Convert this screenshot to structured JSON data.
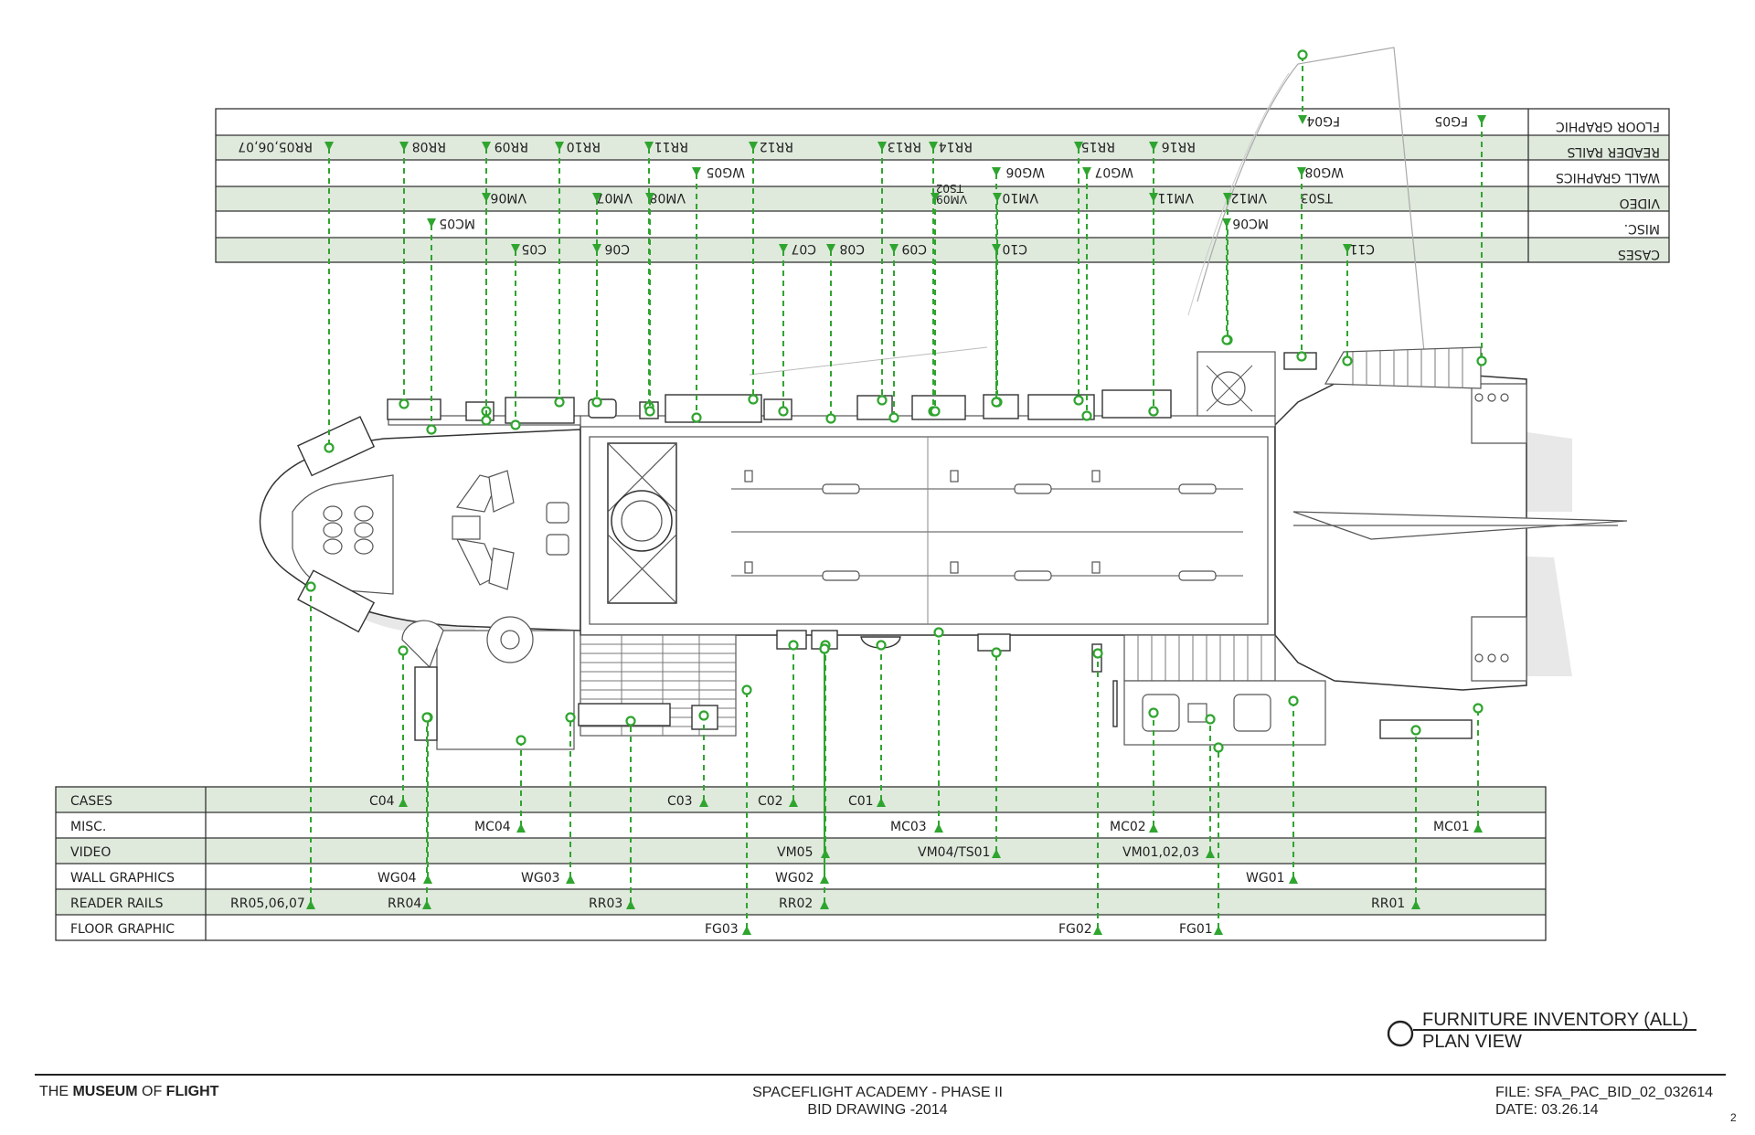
{
  "top_table": {
    "rows": [
      "FLOOR GRAPHIC",
      "READER RAILS",
      "WALL GRAPHICS",
      "VIDEO",
      "MISC.",
      "CASES"
    ],
    "items": [
      [
        "FG04",
        "FG05"
      ],
      [
        "RR05,06,07",
        "RR08",
        "RR09",
        "RR10",
        "RR11",
        "RR12",
        "RR13",
        "RR14",
        "RR15",
        "RR16"
      ],
      [
        "WG05",
        "WG06",
        "WG07",
        "WG08"
      ],
      [
        "VM06",
        "VM07",
        "VM08",
        "VM09/",
        "TS02",
        "VM10",
        "VM11",
        "VM12",
        "TS03"
      ],
      [
        "MC05",
        "MC06"
      ],
      [
        "C05",
        "C06",
        "C07",
        "C08",
        "C09",
        "C10",
        "C11"
      ]
    ]
  },
  "bottom_table": {
    "rows": [
      "CASES",
      "MISC.",
      "VIDEO",
      "WALL GRAPHICS",
      "READER RAILS",
      "FLOOR GRAPHIC"
    ],
    "items": [
      [
        "C04",
        "C03",
        "C02",
        "C01"
      ],
      [
        "MC04",
        "MC03",
        "MC02",
        "MC01"
      ],
      [
        "VM05",
        "VM04/TS01",
        "VM01,02,03"
      ],
      [
        "WG04",
        "WG03",
        "WG02",
        "WG01"
      ],
      [
        "RR05,06,07",
        "RR04",
        "RR03",
        "RR02",
        "RR01"
      ],
      [
        "FG03",
        "FG02",
        "FG01"
      ]
    ]
  },
  "legend": {
    "line1": "FURNITURE INVENTORY (ALL)",
    "line2": "PLAN VIEW"
  },
  "footer": {
    "org_prefix": "THE ",
    "org_bold1": "MUSEUM",
    "org_mid": " OF ",
    "org_bold2": "FLIGHT",
    "project_line1": "SPACEFLIGHT ACADEMY - PHASE II",
    "project_line2": "BID DRAWING -2014",
    "file_line": "FILE: SFA_PAC_BID_02_032614",
    "date_line": "DATE: 03.26.14",
    "page": "2"
  },
  "colors": {
    "leader": "#2fa52f",
    "band": "#dfe9dc",
    "ink": "#222222"
  }
}
